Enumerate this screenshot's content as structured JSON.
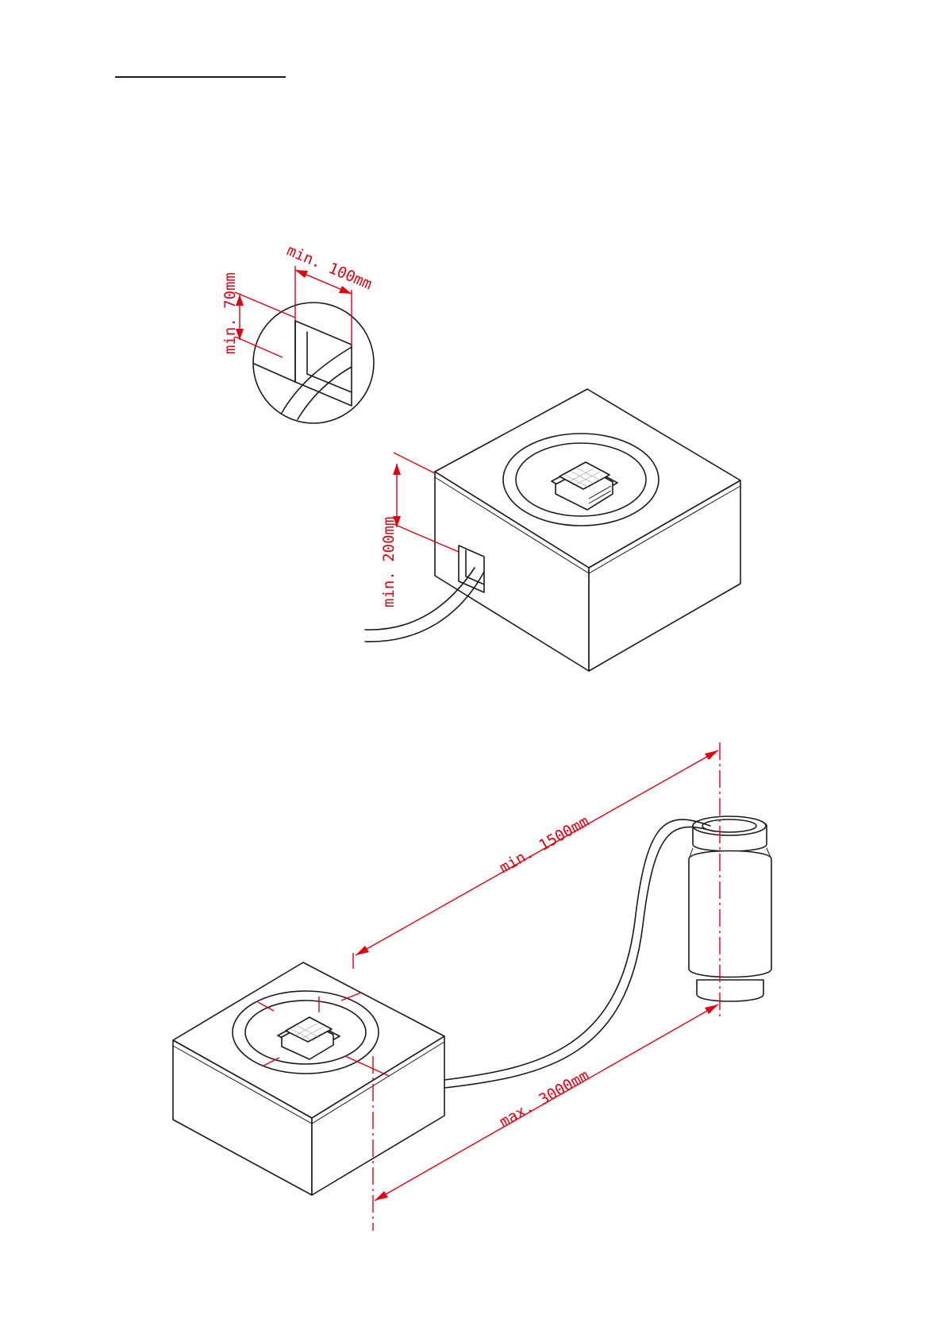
{
  "labels": {
    "min_100mm": "min.  100mm",
    "min_70mm": "min.  70mm",
    "min_200mm": "min.  200mm",
    "min_1500mm": "min.  1500mm",
    "max_3000mm": "max.  3000mm"
  },
  "colors": {
    "dimension": "#e3000f",
    "outline": "#1a1a1a",
    "background": "#ffffff"
  }
}
